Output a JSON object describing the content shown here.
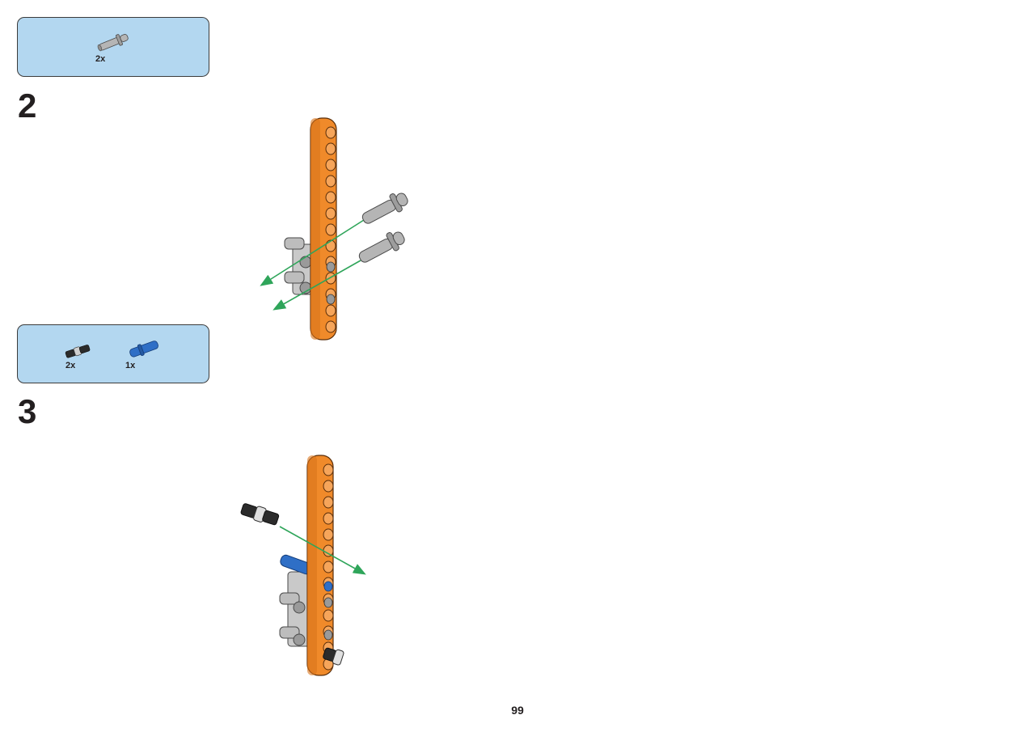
{
  "steps": [
    {
      "number": "2",
      "parts": [
        {
          "icon": "gray-friction-pin-icon",
          "quantity": "2x"
        }
      ]
    },
    {
      "number": "3",
      "parts": [
        {
          "icon": "black-universal-joint-icon",
          "quantity": "2x"
        },
        {
          "icon": "blue-axle-pin-icon",
          "quantity": "1x"
        }
      ]
    }
  ],
  "colors": {
    "parts_box_background": "#b3d7f0",
    "beam_orange": "#f08a2a",
    "arrow_green": "#2fa55a",
    "pin_gray": "#b5b5b5",
    "pin_blue": "#2f6fc6",
    "joint_black": "#2b2b2b"
  },
  "page_number": "99"
}
